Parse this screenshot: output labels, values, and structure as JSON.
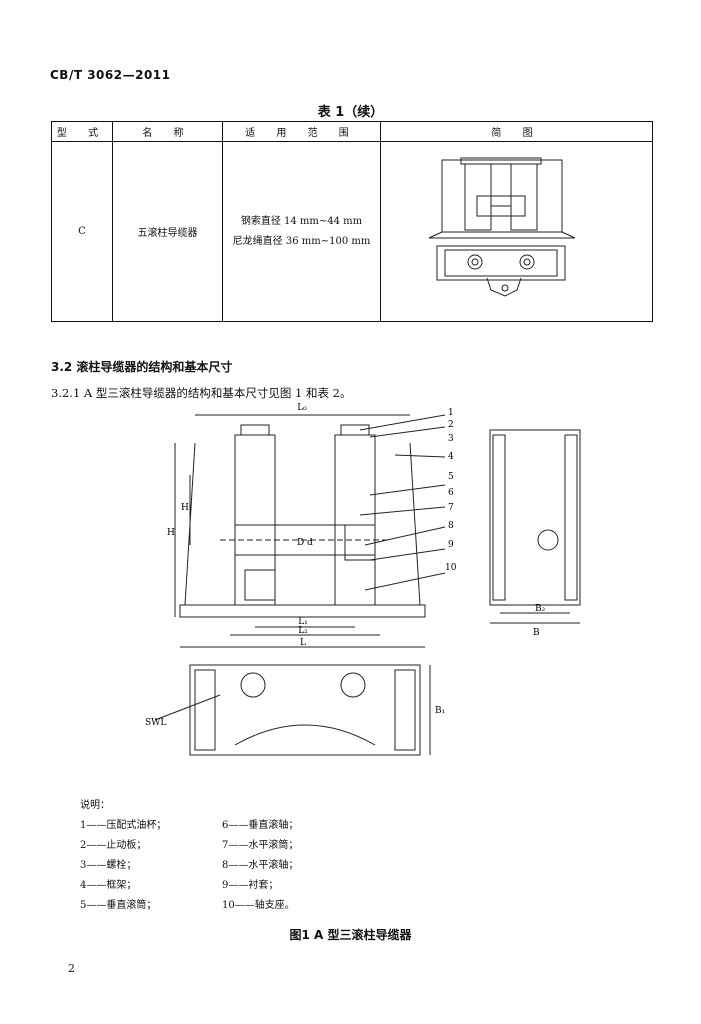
{
  "header": {
    "standard_code": "CB/T 3062—2011"
  },
  "table": {
    "caption": "表 1（续）",
    "columns": [
      "型 式",
      "名 称",
      "适 用 范 围",
      "简 图"
    ],
    "row": {
      "type": "C",
      "name": "五滚柱导缆器",
      "range_line1": "钢索直径  14 mm~44 mm",
      "range_line2": "尼龙绳直径  36 mm~100 mm"
    }
  },
  "section": {
    "heading": "3.2  滚柱导缆器的结构和基本尺寸",
    "subsection": "3.2.1  A 型三滚柱导缆器的结构和基本尺寸见图 1 和表 2。"
  },
  "figure": {
    "labels": {
      "L0": "L₀",
      "L1": "L₁",
      "L2": "L₂",
      "L": "L",
      "H": "H",
      "H1": "H₁",
      "D": "D",
      "d": "d",
      "B": "B",
      "B1": "B₁",
      "B2": "B₂",
      "swl": "SWL"
    },
    "callouts": [
      "1",
      "2",
      "3",
      "4",
      "5",
      "6",
      "7",
      "8",
      "9",
      "10"
    ],
    "legend_title": "说明：",
    "legend_left": [
      "1——压配式油杯；",
      "2——止动板；",
      "3——螺栓；",
      "4——框架；",
      "5——垂直滚筒；"
    ],
    "legend_right": [
      "6——垂直滚轴；",
      "7——水平滚筒；",
      "8——水平滚轴；",
      "9——衬套；",
      "10——轴支座。"
    ],
    "caption": "图1  A 型三滚柱导缆器"
  },
  "page": {
    "number": "2"
  }
}
